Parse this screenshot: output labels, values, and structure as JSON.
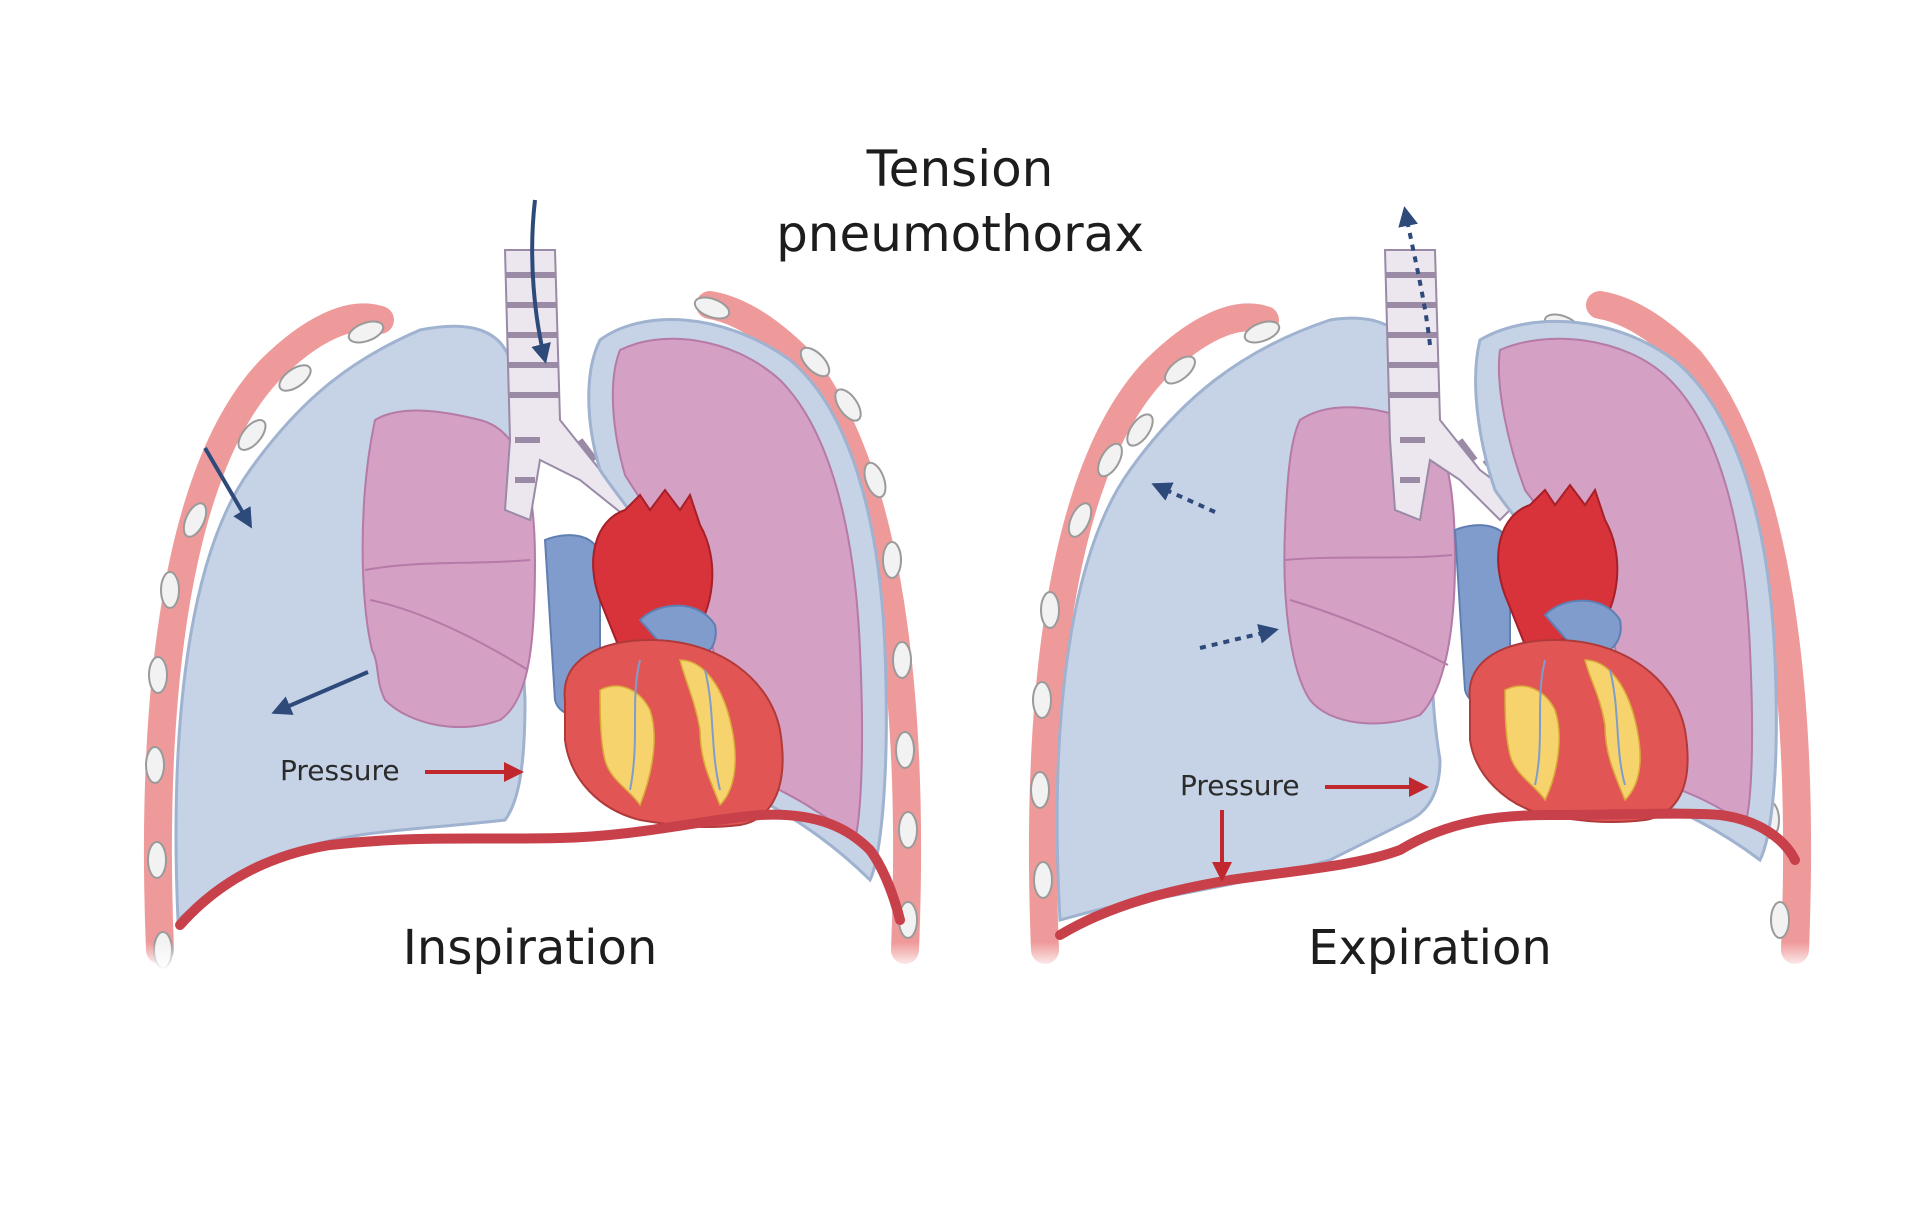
{
  "title": {
    "line1": "Tension",
    "line2": "pneumothorax"
  },
  "panels": [
    {
      "caption": "Inspiration",
      "pressure_label": "Pressure"
    },
    {
      "caption": "Expiration",
      "pressure_label": "Pressure"
    }
  ],
  "colors": {
    "pleural_air": "#c6d3e6",
    "pleura_outline": "#9fb2cf",
    "chest_wall": "#ef9a9a",
    "rib_cartilage": "#f2f2f2",
    "lung": "#d4a0c4",
    "heart": "#e25555",
    "aorta": "#d8323a",
    "vena_cava": "#7f9ccc",
    "coronary_fat": "#f7d36d",
    "trachea": "#ece6ef",
    "diaphragm": "#c8404a",
    "arrow_air": "#2e4a7a",
    "arrow_pressure": "#c0282d"
  }
}
